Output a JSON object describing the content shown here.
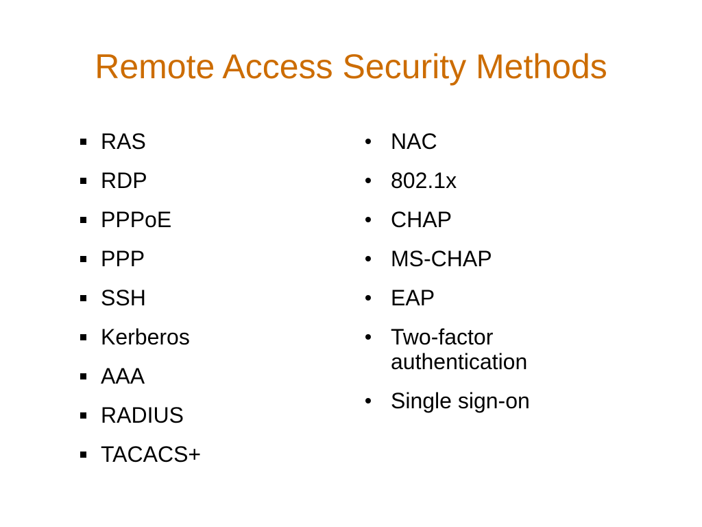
{
  "slide": {
    "title": "Remote Access Security Methods",
    "title_color": "#cc6c00",
    "left_list": {
      "bullet_icon": "square-bullet",
      "items": [
        "RAS",
        "RDP",
        "PPPoE",
        "PPP",
        "SSH",
        "Kerberos",
        "AAA",
        "RADIUS",
        "TACACS+"
      ]
    },
    "right_list": {
      "bullet_icon": "round-bullet",
      "items": [
        "NAC",
        "802.1x",
        "CHAP",
        "MS-CHAP",
        "EAP",
        "Two-factor authentication",
        "Single sign-on"
      ]
    }
  }
}
